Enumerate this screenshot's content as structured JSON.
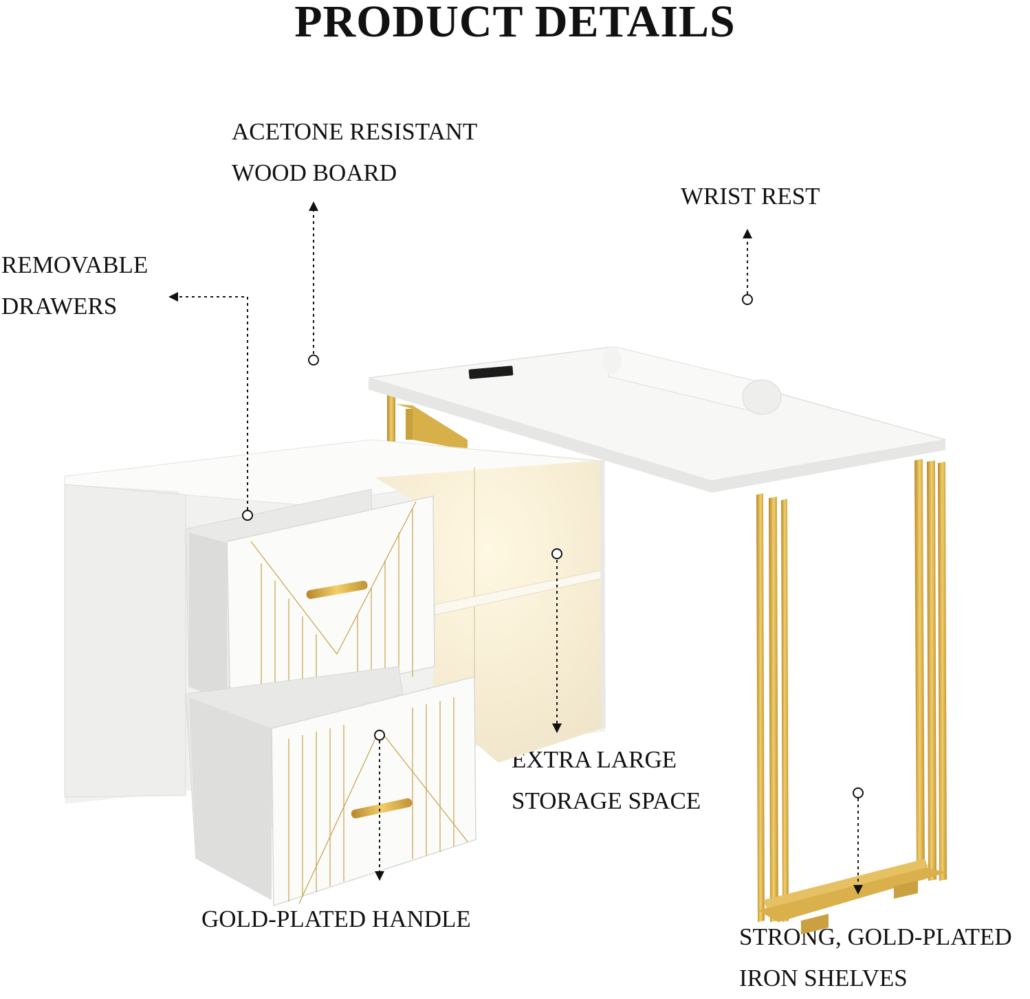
{
  "title": "PRODUCT DETAILS",
  "callouts": {
    "acetone": [
      "ACETONE RESISTANT",
      "WOOD BOARD"
    ],
    "wrist": [
      "WRIST REST"
    ],
    "drawers": [
      "REMOVABLE",
      "DRAWERS"
    ],
    "storage": [
      "EXTRA LARGE",
      "STORAGE SPACE"
    ],
    "handle": [
      "GOLD-PLATED HANDLE"
    ],
    "shelves": [
      "STRONG, GOLD-PLATED",
      "IRON SHELVES"
    ]
  },
  "colors": {
    "desk_white": "#f4f4f2",
    "gold": "#d4a93a",
    "glow": "#f6efdc",
    "text": "#111111"
  }
}
